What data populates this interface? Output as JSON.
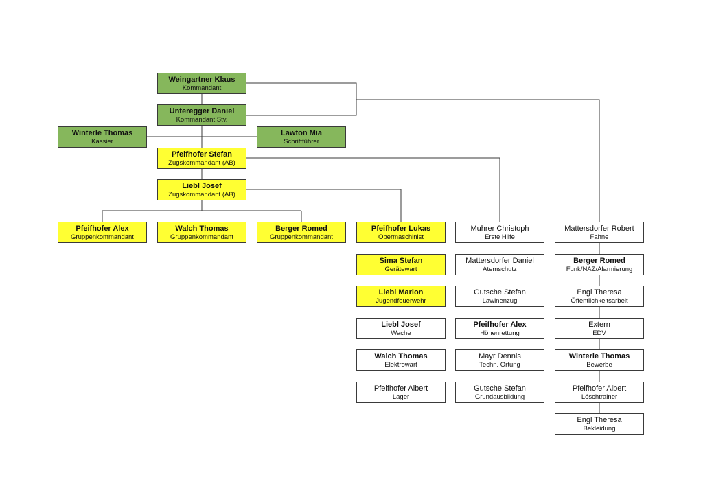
{
  "colors": {
    "green": "#86b75c",
    "yellow": "#ffff33",
    "white": "#ffffff",
    "line": "#3a3a3a"
  },
  "nodes": [
    {
      "id": "weingartner",
      "name": "Weingartner Klaus",
      "role": "Kommandant",
      "color": "green",
      "bold": true
    },
    {
      "id": "unteregger",
      "name": "Unteregger Daniel",
      "role": "Kommandant Stv.",
      "color": "green",
      "bold": true
    },
    {
      "id": "winterle_kassier",
      "name": "Winterle Thomas",
      "role": "Kassier",
      "color": "green",
      "bold": true
    },
    {
      "id": "lawton",
      "name": "Lawton Mia",
      "role": "Schriftführer",
      "color": "green",
      "bold": true
    },
    {
      "id": "pfeifhofer_stefan",
      "name": "Pfeifhofer Stefan",
      "role": "Zugskommandant (AB)",
      "color": "yellow",
      "bold": true
    },
    {
      "id": "liebl_josef_zug",
      "name": "Liebl Josef",
      "role": "Zugskommandant (AB)",
      "color": "yellow",
      "bold": true
    },
    {
      "id": "pfeifhofer_alex_gk",
      "name": "Pfeifhofer Alex",
      "role": "Gruppenkommandant",
      "color": "yellow",
      "bold": true
    },
    {
      "id": "walch_gk",
      "name": "Walch Thomas",
      "role": "Gruppenkommandant",
      "color": "yellow",
      "bold": true
    },
    {
      "id": "berger_gk",
      "name": "Berger Romed",
      "role": "Gruppenkommandant",
      "color": "yellow",
      "bold": true
    },
    {
      "id": "pfeifhofer_lukas",
      "name": "Pfeifhofer Lukas",
      "role": "Obermaschinist",
      "color": "yellow",
      "bold": true
    },
    {
      "id": "sima",
      "name": "Sima Stefan",
      "role": "Gerätewart",
      "color": "yellow",
      "bold": true
    },
    {
      "id": "liebl_marion",
      "name": "Liebl Marion",
      "role": "Jugendfeuerwehr",
      "color": "yellow",
      "bold": true
    },
    {
      "id": "liebl_josef_wache",
      "name": "Liebl Josef",
      "role": "Wache",
      "color": "white",
      "bold": true
    },
    {
      "id": "walch_elektro",
      "name": "Walch Thomas",
      "role": "Elektrowart",
      "color": "white",
      "bold": true
    },
    {
      "id": "pfeifhofer_albert_lager",
      "name": "Pfeifhofer Albert",
      "role": "Lager",
      "color": "white",
      "bold": false
    },
    {
      "id": "muhrer",
      "name": "Muhrer Christoph",
      "role": "Erste Hilfe",
      "color": "white",
      "bold": false
    },
    {
      "id": "mattersdorfer_daniel",
      "name": "Mattersdorfer Daniel",
      "role": "Atemschutz",
      "color": "white",
      "bold": false
    },
    {
      "id": "gutsche_lawine",
      "name": "Gutsche Stefan",
      "role": "Lawinenzug",
      "color": "white",
      "bold": false
    },
    {
      "id": "pfeifhofer_alex_hoehe",
      "name": "Pfeifhofer Alex",
      "role": "Höhenrettung",
      "color": "white",
      "bold": true
    },
    {
      "id": "mayr",
      "name": "Mayr Dennis",
      "role": "Techn. Ortung",
      "color": "white",
      "bold": false
    },
    {
      "id": "gutsche_grund",
      "name": "Gutsche Stefan",
      "role": "Grundausbildung",
      "color": "white",
      "bold": false
    },
    {
      "id": "mattersdorfer_robert",
      "name": "Mattersdorfer Robert",
      "role": "Fahne",
      "color": "white",
      "bold": false
    },
    {
      "id": "berger_funk",
      "name": "Berger Romed",
      "role": "Funk/NAZ/Alarmierung",
      "color": "white",
      "bold": true
    },
    {
      "id": "engl_oeff",
      "name": "Engl Theresa",
      "role": "Öffentlichkeitsarbeit",
      "color": "white",
      "bold": false
    },
    {
      "id": "extern",
      "name": "Extern",
      "role": "EDV",
      "color": "white",
      "bold": false
    },
    {
      "id": "winterle_bewerbe",
      "name": "Winterle Thomas",
      "role": "Bewerbe",
      "color": "white",
      "bold": true
    },
    {
      "id": "pfeifhofer_albert_loesch",
      "name": "Pfeifhofer Albert",
      "role": "Löschtrainer",
      "color": "white",
      "bold": false
    },
    {
      "id": "engl_bekleidung",
      "name": "Engl Theresa",
      "role": "Bekleidung",
      "color": "white",
      "bold": false
    }
  ]
}
